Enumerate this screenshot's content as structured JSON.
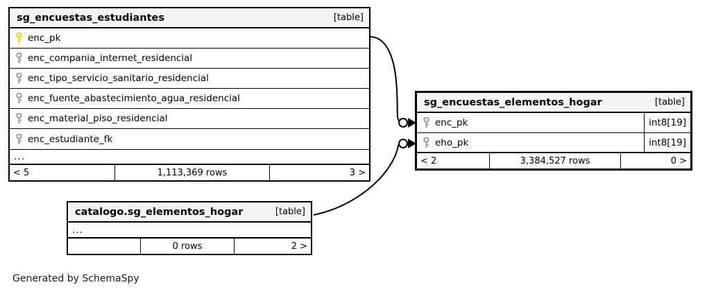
{
  "diagram": {
    "generator_caption": "Generated by SchemaSpy",
    "background_color": "#ffffff",
    "pk_key_color": "#e8e000",
    "fk_key_color": "#a0a0a0",
    "line_color": "#000000",
    "header_background": "#f4f4f4"
  },
  "tables": [
    {
      "id": "sg_encuestas_estudiantes",
      "name": "sg_encuestas_estudiantes",
      "kind": "[table]",
      "columns": [
        {
          "name": "enc_pk",
          "key": "primary-key-icon",
          "type": ""
        },
        {
          "name": "enc_compania_internet_residencial",
          "key": "foreign-key-icon",
          "type": ""
        },
        {
          "name": "enc_tipo_servicio_sanitario_residencial",
          "key": "foreign-key-icon",
          "type": ""
        },
        {
          "name": "enc_fuente_abastecimiento_agua_residencial",
          "key": "foreign-key-icon",
          "type": ""
        },
        {
          "name": "enc_material_piso_residencial",
          "key": "foreign-key-icon",
          "type": ""
        },
        {
          "name": "enc_estudiante_fk",
          "key": "foreign-key-icon",
          "type": ""
        }
      ],
      "ellipsis": "...",
      "footer": {
        "left": "< 5",
        "middle": "1,113,369 rows",
        "right": "3 >"
      }
    },
    {
      "id": "sg_encuestas_elementos_hogar",
      "name": "sg_encuestas_elementos_hogar",
      "kind": "[table]",
      "focal": true,
      "columns": [
        {
          "name": "enc_pk",
          "key": "foreign-key-icon",
          "type": "int8[19]"
        },
        {
          "name": "eho_pk",
          "key": "foreign-key-icon",
          "type": "int8[19]"
        }
      ],
      "footer": {
        "left": "< 2",
        "middle": "3,384,527 rows",
        "right": "0 >"
      }
    },
    {
      "id": "catalogo_sg_elementos_hogar",
      "name": "catalogo.sg_elementos_hogar",
      "kind": "[table]",
      "columns": [],
      "ellipsis": "...",
      "footer": {
        "left": "",
        "middle": "0 rows",
        "right": "2 >"
      }
    }
  ],
  "relationships": [
    {
      "name": "rel-estudiantes-to-elementos-hogar",
      "from_table": "sg_encuestas_estudiantes",
      "from_column": "enc_pk",
      "to_table": "sg_encuestas_elementos_hogar",
      "to_column": "enc_pk",
      "from_cardinality": "one",
      "to_cardinality": "zero-or-many"
    },
    {
      "name": "rel-catalogo-to-elementos-hogar",
      "from_table": "catalogo_sg_elementos_hogar",
      "to_table": "sg_encuestas_elementos_hogar",
      "to_column": "eho_pk",
      "from_cardinality": "one",
      "to_cardinality": "zero-or-many"
    }
  ]
}
